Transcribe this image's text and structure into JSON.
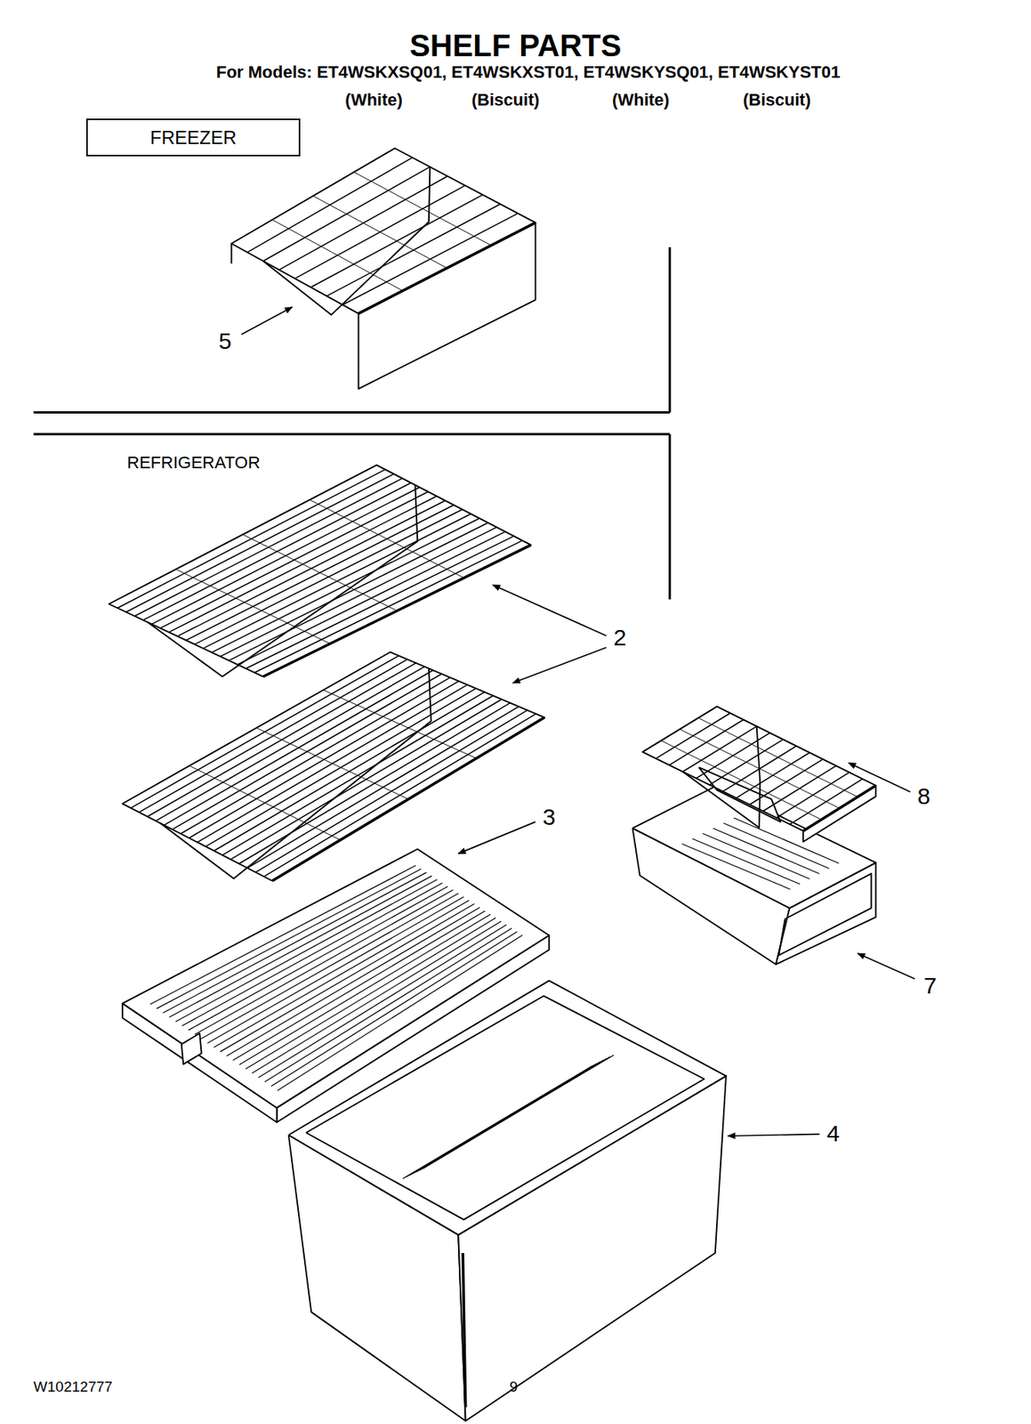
{
  "diagram": {
    "title": "SHELF PARTS",
    "nodes": [
      {
        "text": [
          "FREEZER"
        ]
      }
    ],
    "labels": [
      "For Models: ET4WSKXSQ01, ET4WSKXST01, ET4WSKYSQ01, ET4WSKYST01",
      "(White)",
      "(Biscuit)",
      "(White)",
      "(Biscuit)",
      "REFRIGERATOR",
      "5",
      "2",
      "3",
      "8",
      "7",
      "4",
      "W10212777",
      "9"
    ]
  }
}
